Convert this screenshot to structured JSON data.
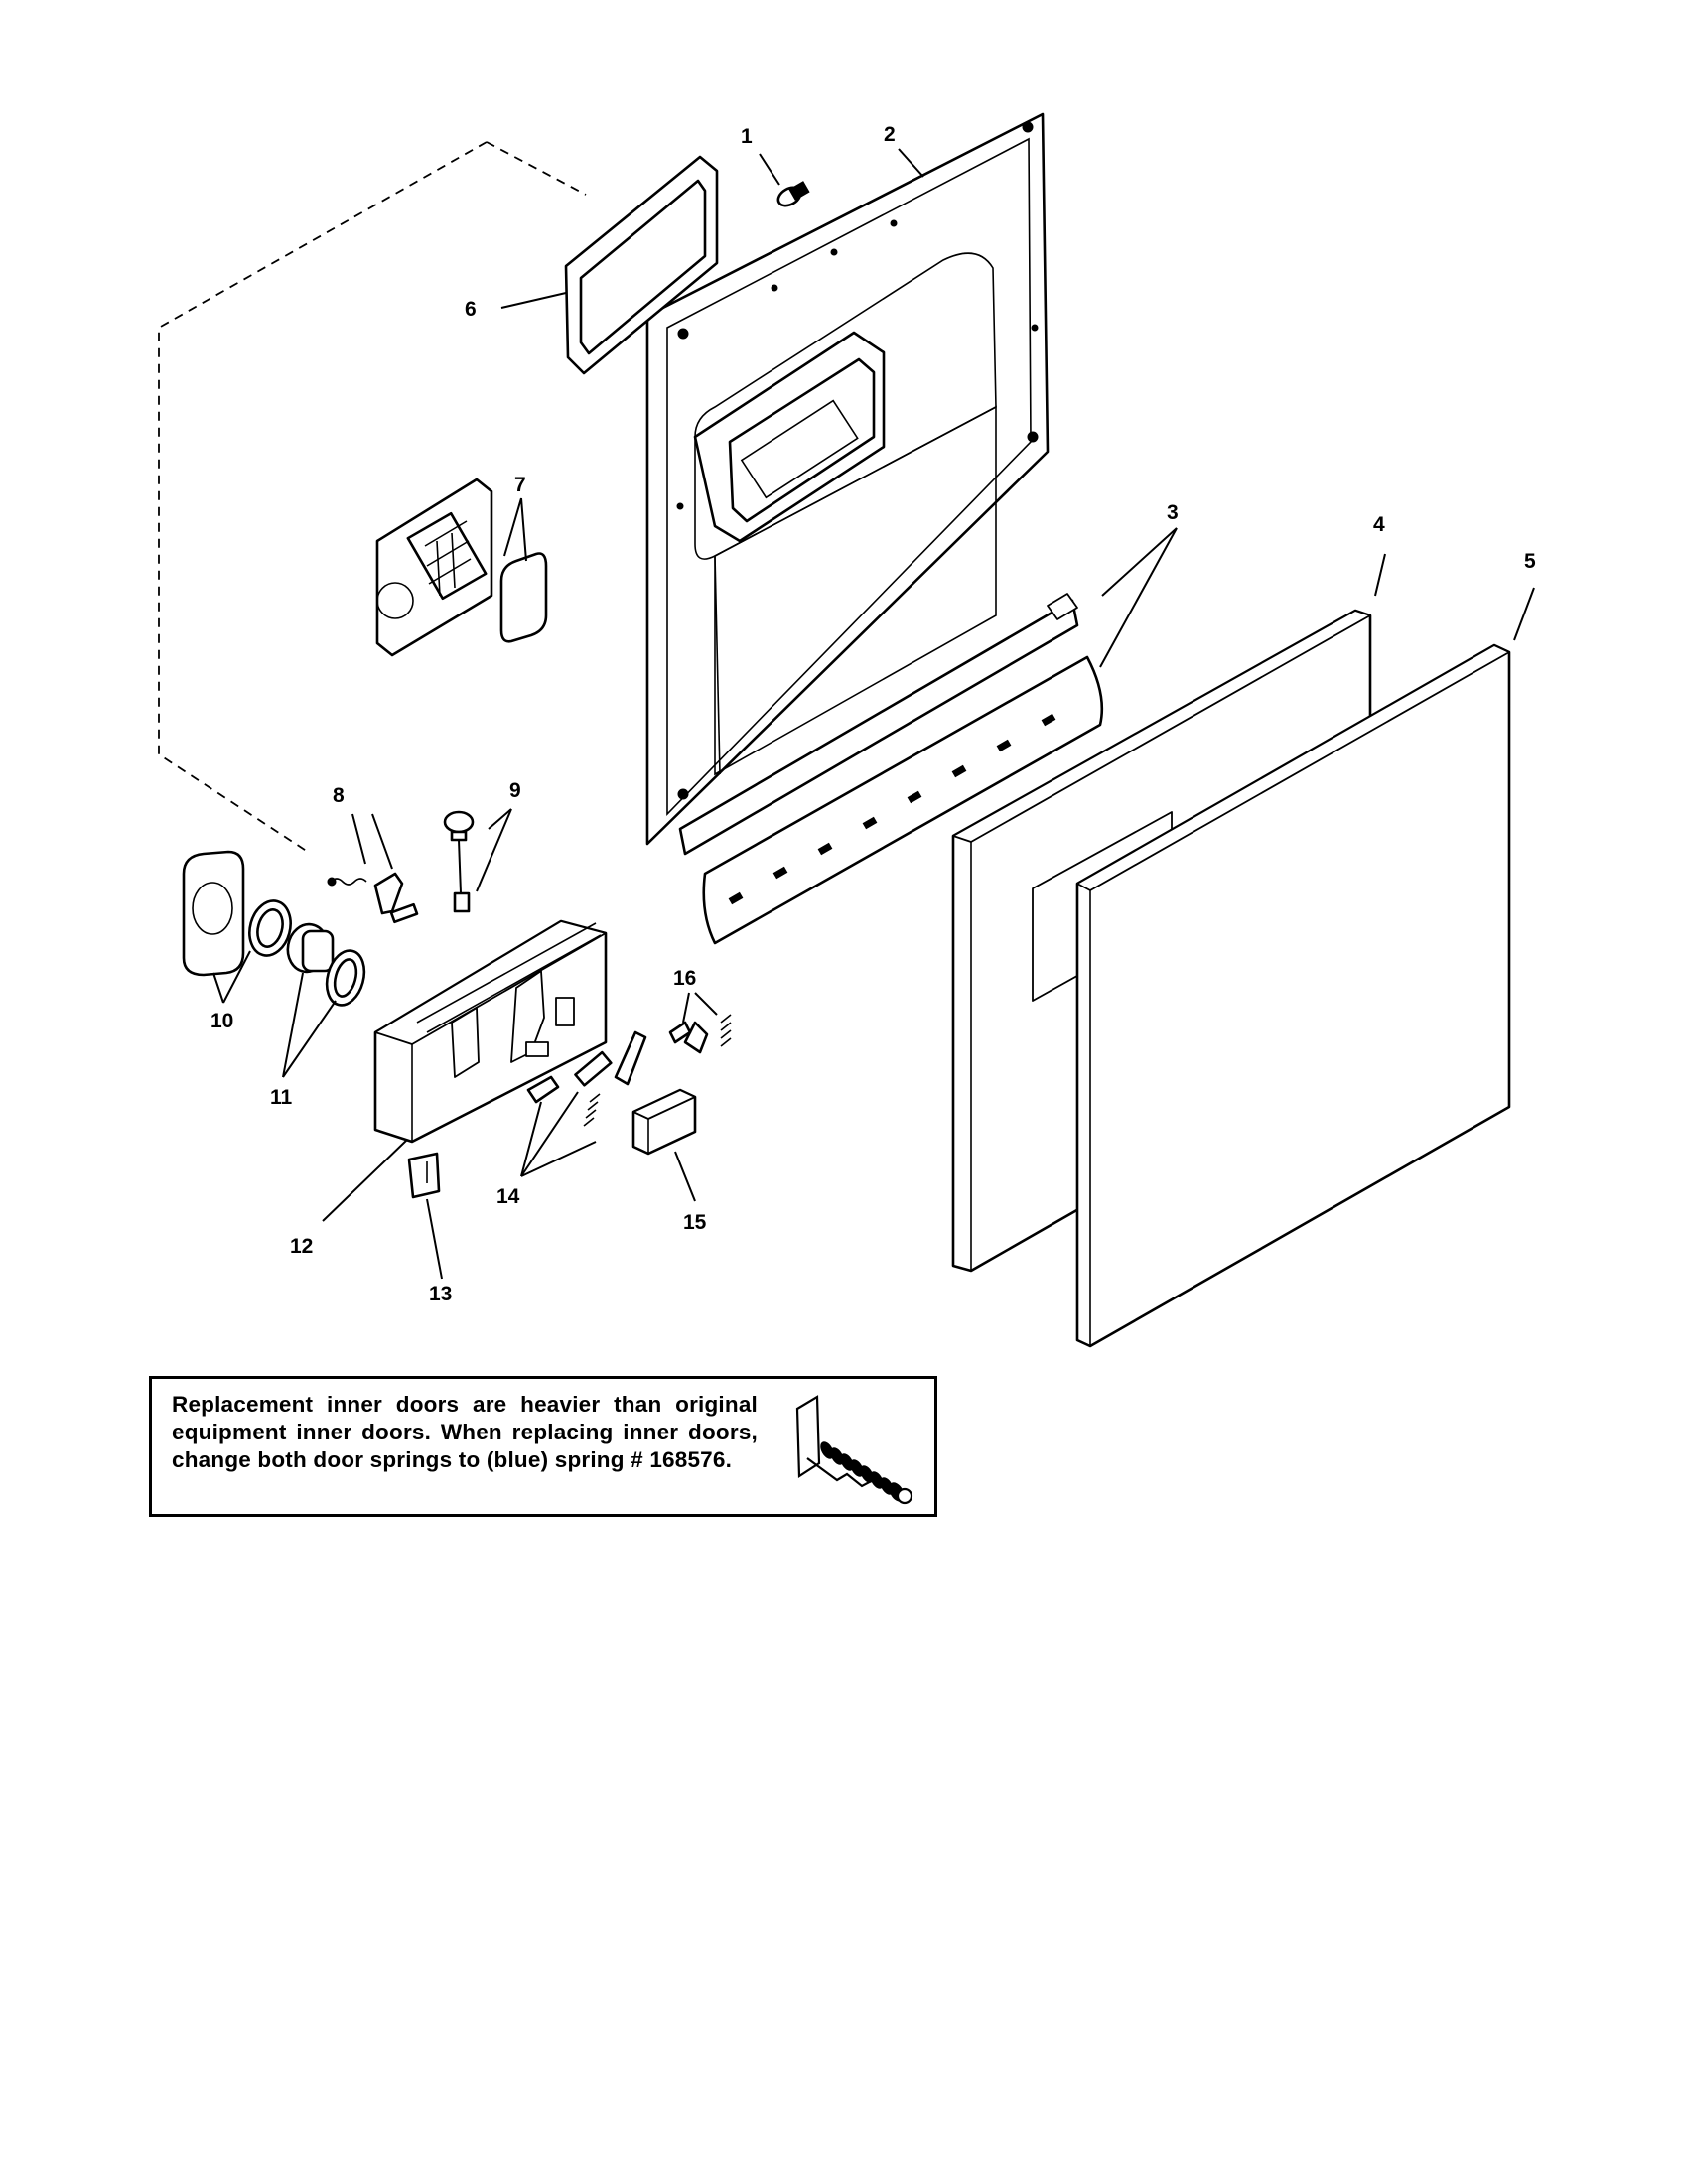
{
  "callouts": [
    {
      "id": "1",
      "label": "1"
    },
    {
      "id": "2",
      "label": "2"
    },
    {
      "id": "3",
      "label": "3"
    },
    {
      "id": "4",
      "label": "4"
    },
    {
      "id": "5",
      "label": "5"
    },
    {
      "id": "6",
      "label": "6"
    },
    {
      "id": "7",
      "label": "7"
    },
    {
      "id": "8",
      "label": "8"
    },
    {
      "id": "9",
      "label": "9"
    },
    {
      "id": "10",
      "label": "10"
    },
    {
      "id": "11",
      "label": "11"
    },
    {
      "id": "12",
      "label": "12"
    },
    {
      "id": "13",
      "label": "13"
    },
    {
      "id": "14",
      "label": "14"
    },
    {
      "id": "15",
      "label": "15"
    },
    {
      "id": "16",
      "label": "16"
    }
  ],
  "note": {
    "text_before": "Replacement inner doors are heavier than original equipment inner doors. When replacing inner doors, change both door springs to (blue) spring # ",
    "part_number": "168576",
    "text_after": "."
  },
  "icons": {
    "spring": "door-spring-icon"
  }
}
